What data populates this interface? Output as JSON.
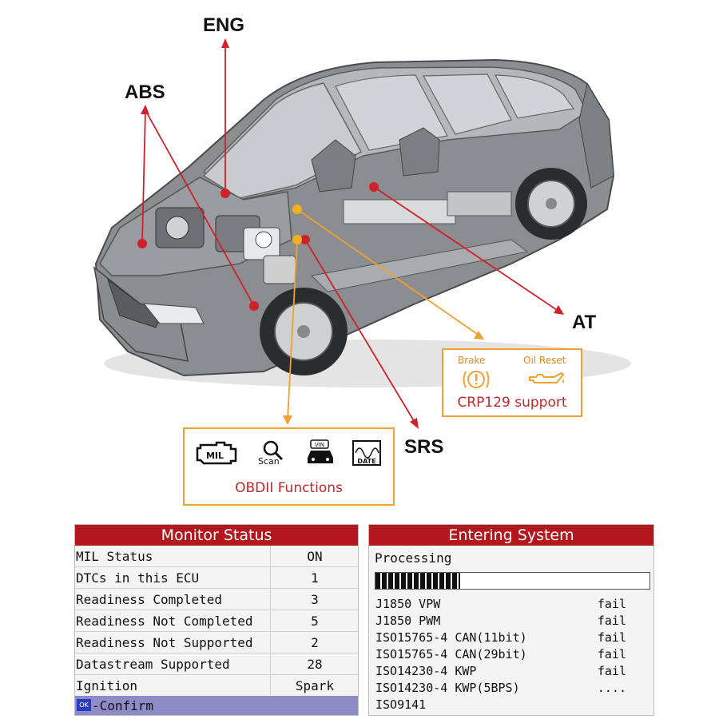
{
  "callouts": {
    "eng": "ENG",
    "abs": "ABS",
    "at": "AT",
    "srs": "SRS"
  },
  "crp_box": {
    "brake_label": "Brake",
    "oil_label": "Oil Reset",
    "caption": "CRP129 support",
    "brake_icon": "brake-warning-icon",
    "oil_icon": "oil-can-icon"
  },
  "obd_box": {
    "caption": "OBDII Functions",
    "mil_text": "MIL",
    "scan_text": "Scan",
    "vin_text": "VIN",
    "date_text": "DATE"
  },
  "monitor_status": {
    "title": "Monitor Status",
    "rows": [
      {
        "label": "MIL Status",
        "value": "ON"
      },
      {
        "label": "DTCs in this ECU",
        "value": "1"
      },
      {
        "label": "Readiness Completed",
        "value": "3"
      },
      {
        "label": "Readiness Not Completed",
        "value": "5"
      },
      {
        "label": "Readiness Not Supported",
        "value": "2"
      },
      {
        "label": "Datastream Supported",
        "value": "28"
      },
      {
        "label": "Ignition",
        "value": "Spark"
      }
    ],
    "ok_badge": "OK",
    "confirm_label": "-Confirm"
  },
  "entering_system": {
    "title": "Entering System",
    "status": "Processing",
    "progress": 0.31,
    "protocols": [
      {
        "name": "J1850 VPW",
        "status": "fail"
      },
      {
        "name": "J1850 PWM",
        "status": "fail"
      },
      {
        "name": "ISO15765-4 CAN(11bit)",
        "status": "fail"
      },
      {
        "name": "ISO15765-4 CAN(29bit)",
        "status": "fail"
      },
      {
        "name": "ISO14230-4 KWP",
        "status": "fail"
      },
      {
        "name": "ISO14230-4 KWP(5BPS)",
        "status": "...."
      },
      {
        "name": "ISO9141",
        "status": ""
      }
    ]
  },
  "colors": {
    "title_bar": "#b4181f",
    "footer_bar": "#8e8cc6",
    "callout_line": "#d0202a",
    "feature_line": "#f0a030"
  }
}
